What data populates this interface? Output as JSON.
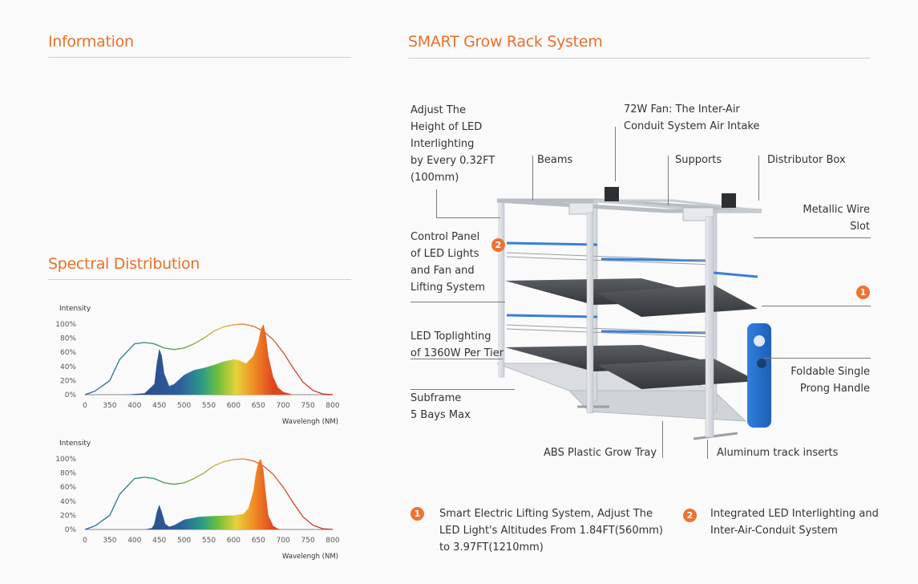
{
  "headings": {
    "information": "Information",
    "spectral": "Spectral Distribution",
    "system": "SMART Grow Rack System"
  },
  "callouts": {
    "adjust_height": "Adjust The\nHeight of LED\nInterlighting\nby Every 0.32FT\n(100mm)",
    "beams": "Beams",
    "fan": "72W Fan: The Inter-Air\nConduit System Air Intake",
    "supports": "Supports",
    "distributor": "Distributor Box",
    "metallic_wire": "Metallic Wire\nSlot",
    "control_panel": "Control Panel\nof LED Lights\nand Fan and\nLifting System",
    "led_toplighting": "LED Toplighting\nof 1360W Per Tier",
    "subframe": "Subframe\n5 Bays Max",
    "foldable": "Foldable Single\nProng Handle",
    "abs_tray": "ABS Plastic Grow Tray",
    "aluminum": "Aluminum track inserts",
    "badge_1": "1",
    "badge_2": "2"
  },
  "features": [
    {
      "number": "1",
      "text": "Smart Electric Lifting System, Adjust The\nLED Light's  Altitudes From  1.84FT(560mm)\nto  3.97FT(1210mm)"
    },
    {
      "number": "2",
      "text": "Integrated LED Interlighting and\nInter-Air-Conduit System"
    }
  ],
  "colors": {
    "accent": "#e8712b",
    "badge": "#ec7332",
    "rack_blue": "#3a7fd5"
  },
  "chart_data": [
    {
      "type": "area",
      "ylabel": "Intensity",
      "xlabel": "Wavelengh (NM)",
      "xlim": [
        300,
        800
      ],
      "ylim": [
        0,
        100
      ],
      "x_ticks": [
        "0",
        "350",
        "400",
        "450",
        "500",
        "550",
        "600",
        "650",
        "700",
        "750",
        "800"
      ],
      "y_ticks": [
        "0%",
        "20%",
        "40%",
        "60%",
        "80%",
        "100%"
      ],
      "series": [
        {
          "style": "outline",
          "x": [
            300,
            320,
            350,
            370,
            400,
            420,
            440,
            460,
            480,
            500,
            520,
            540,
            560,
            580,
            600,
            620,
            640,
            660,
            680,
            700,
            720,
            740,
            760,
            780,
            800
          ],
          "y": [
            0,
            5,
            20,
            50,
            72,
            74,
            72,
            66,
            64,
            66,
            72,
            80,
            90,
            96,
            99,
            100,
            97,
            90,
            78,
            60,
            38,
            18,
            6,
            1,
            0
          ]
        },
        {
          "style": "filled-spectrum",
          "x": [
            300,
            380,
            420,
            440,
            445,
            450,
            455,
            460,
            470,
            480,
            500,
            520,
            540,
            560,
            580,
            600,
            610,
            625,
            640,
            650,
            655,
            660,
            665,
            670,
            680,
            690,
            700,
            720
          ],
          "y": [
            0,
            0,
            2,
            15,
            45,
            65,
            55,
            30,
            12,
            15,
            28,
            35,
            38,
            42,
            47,
            50,
            49,
            44,
            55,
            75,
            93,
            100,
            85,
            55,
            25,
            10,
            4,
            0
          ]
        }
      ]
    },
    {
      "type": "area",
      "ylabel": "Intensity",
      "xlabel": "Wavelengh (NM)",
      "xlim": [
        300,
        800
      ],
      "ylim": [
        0,
        100
      ],
      "x_ticks": [
        "0",
        "350",
        "400",
        "450",
        "500",
        "550",
        "600",
        "650",
        "700",
        "750",
        "800"
      ],
      "y_ticks": [
        "0%",
        "20%",
        "40%",
        "60%",
        "80%",
        "100%"
      ],
      "series": [
        {
          "style": "outline",
          "x": [
            300,
            320,
            350,
            370,
            400,
            420,
            440,
            460,
            480,
            500,
            520,
            540,
            560,
            580,
            600,
            620,
            640,
            660,
            680,
            700,
            720,
            740,
            760,
            780,
            800
          ],
          "y": [
            0,
            5,
            20,
            50,
            72,
            74,
            72,
            66,
            64,
            66,
            72,
            80,
            90,
            96,
            99,
            100,
            97,
            90,
            78,
            60,
            38,
            18,
            6,
            1,
            0
          ]
        },
        {
          "style": "filled-spectrum",
          "x": [
            300,
            420,
            435,
            440,
            445,
            450,
            455,
            462,
            470,
            480,
            500,
            530,
            560,
            600,
            620,
            630,
            640,
            645,
            650,
            655,
            660,
            665,
            670,
            680,
            690,
            700
          ],
          "y": [
            0,
            0,
            2,
            8,
            25,
            35,
            25,
            8,
            4,
            6,
            14,
            18,
            19,
            20,
            22,
            30,
            55,
            80,
            95,
            100,
            85,
            50,
            20,
            5,
            1,
            0
          ]
        }
      ]
    }
  ]
}
